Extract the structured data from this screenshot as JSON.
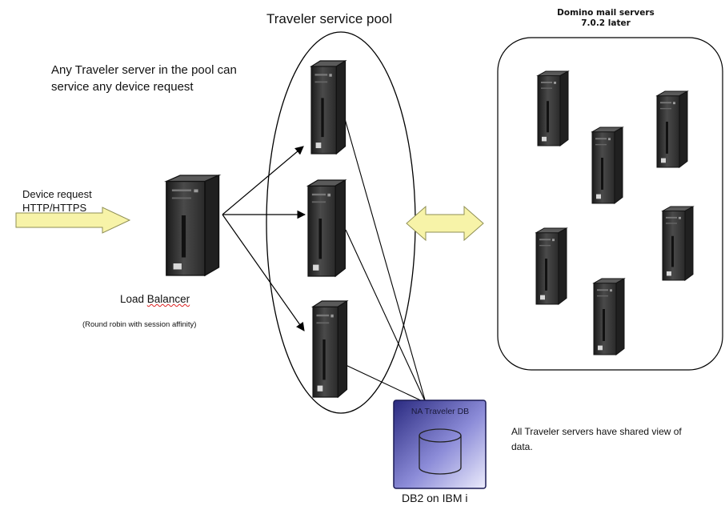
{
  "texts": {
    "pool_title": "Traveler service pool",
    "domino_line1": "Domino mail servers",
    "domino_line2": "7.0.2 later",
    "any_server": "Any Traveler server  in the pool can service any device request",
    "device_line1": "Device  request",
    "device_line2": "HTTP/HTTPS",
    "lb_prefix": "Load ",
    "lb_squiggle": "Balancer",
    "round_robin": "(Round robin with session affinity)",
    "db_title": "NA Traveler DB",
    "db2_label": "DB2 on IBM i",
    "shared_view": "All Traveler servers have shared view of data."
  },
  "icons": {
    "server": "tower-server-icon",
    "database": "database-cylinder-icon",
    "device_arrow": "right-block-arrow-icon",
    "sync_arrow": "double-headed-block-arrow-icon"
  },
  "colors": {
    "arrow_fill": "#f7f3a8",
    "arrow_stroke": "#8f8f55",
    "db_box_dark": "#2f2f86",
    "db_box_light": "#e7e7fb",
    "server_body": "#3a3a3a"
  }
}
